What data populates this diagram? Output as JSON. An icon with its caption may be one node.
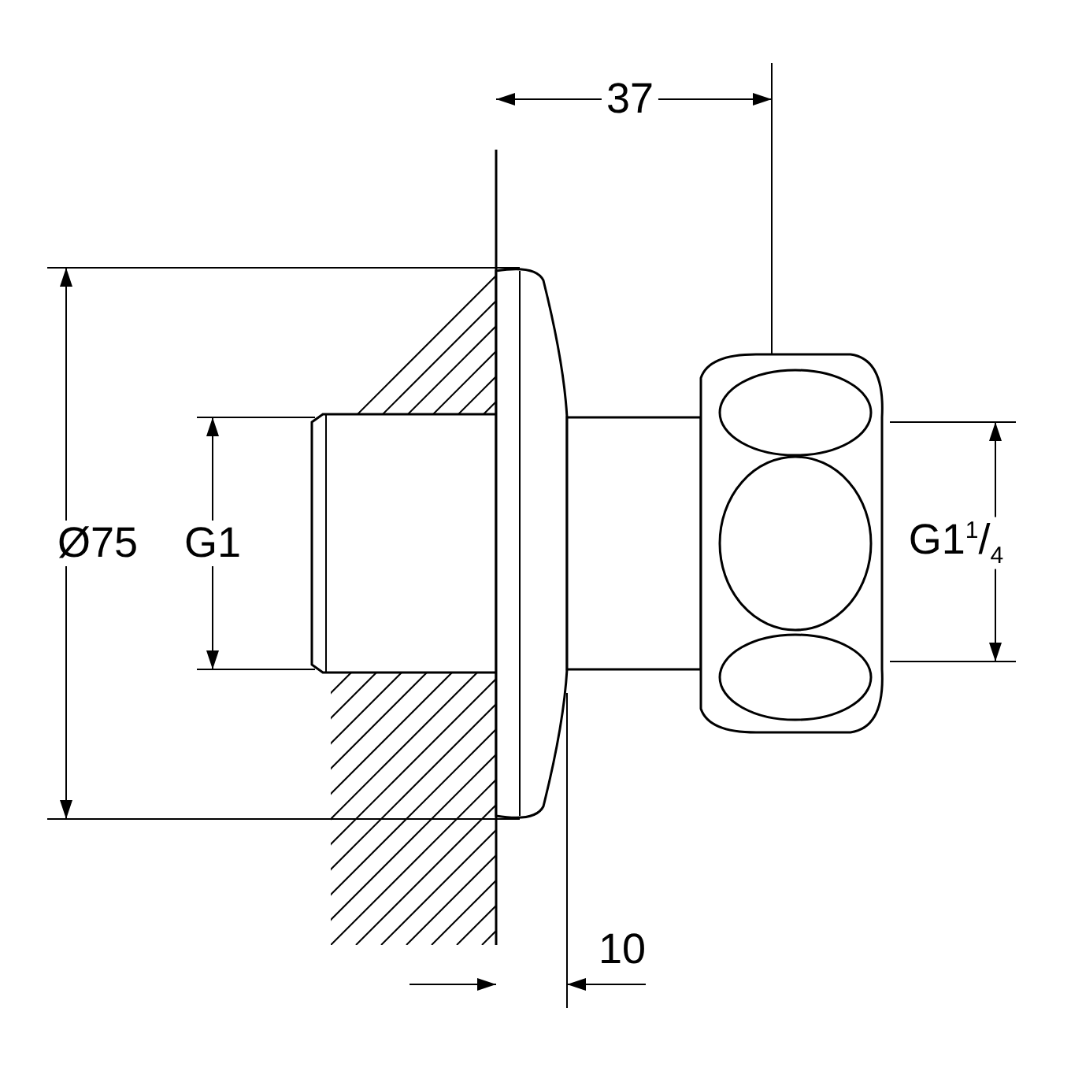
{
  "diagram": {
    "labels": [
      "37",
      "Ø75",
      "G1",
      "G1$^{1}$/$_{4}$",
      "10"
    ]
  }
}
